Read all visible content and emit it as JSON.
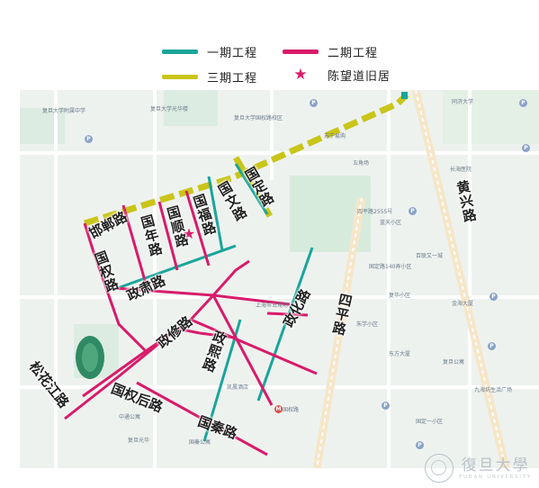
{
  "legend": {
    "phase1": {
      "label": "一期工程",
      "color": "#1aa59a"
    },
    "phase2": {
      "label": "二期工程",
      "color": "#d81b6a"
    },
    "phase3": {
      "label": "三期工程",
      "color": "#c9c519"
    },
    "landmark": {
      "label": "陈望道旧居",
      "color": "#d81b6a"
    }
  },
  "roads": {
    "handan": "邯郸路",
    "guoquan": "国权路",
    "guonian": "国年路",
    "guoshun": "国顺路",
    "guofu": "国福路",
    "guowen": "国文路",
    "guoding": "国定路",
    "zhengsu": "政肃路",
    "zhengxiu": "政修路",
    "zhengxiang": "政熙路",
    "zhenghua": "政化路",
    "siping": "四平路",
    "huangxing": "黄兴路",
    "songhuajiang": "松花江路",
    "guoquanhou": "国权后路",
    "guoshou": "国秦路"
  },
  "pois": [
    "复旦大学光华楼",
    "复旦大学附属中学",
    "复旦大学国权路校区",
    "同济大学",
    "苏宁易购",
    "五角场",
    "四平路2555号",
    "蓝天小区",
    "国定路140弄小区",
    "上海市五角场",
    "朱学小区",
    "复旦公寓",
    "东方大厦",
    "国权路",
    "凯晨酒店",
    "国秦公寓",
    "中通公寓",
    "复旦光华",
    "国定一小区",
    "长海医院",
    "复华小区",
    "九海坊生活广场",
    "金海大厦",
    "百联又一城"
  ],
  "logo": {
    "chinese": "復旦大學",
    "english": "FUDAN UNIVERSITY"
  }
}
